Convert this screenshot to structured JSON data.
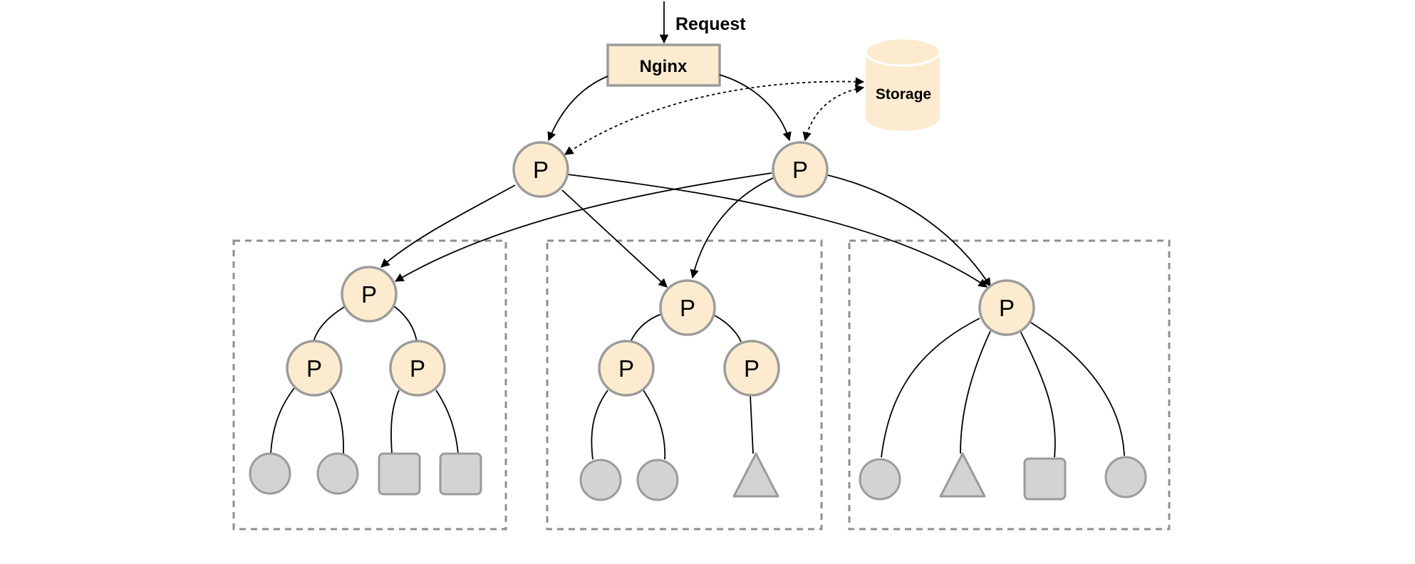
{
  "request_label": "Request",
  "nginx_label": "Nginx",
  "storage_label": "Storage",
  "process_label": "P",
  "colors": {
    "node_fill": "#fdebd0",
    "node_stroke": "#9b9b9b",
    "leaf_fill": "#d3d3d3",
    "edge": "#000000",
    "group_border": "#8f8f8f"
  },
  "legend_icons": [
    "circle-leaf-icon",
    "square-leaf-icon",
    "triangle-leaf-icon"
  ]
}
